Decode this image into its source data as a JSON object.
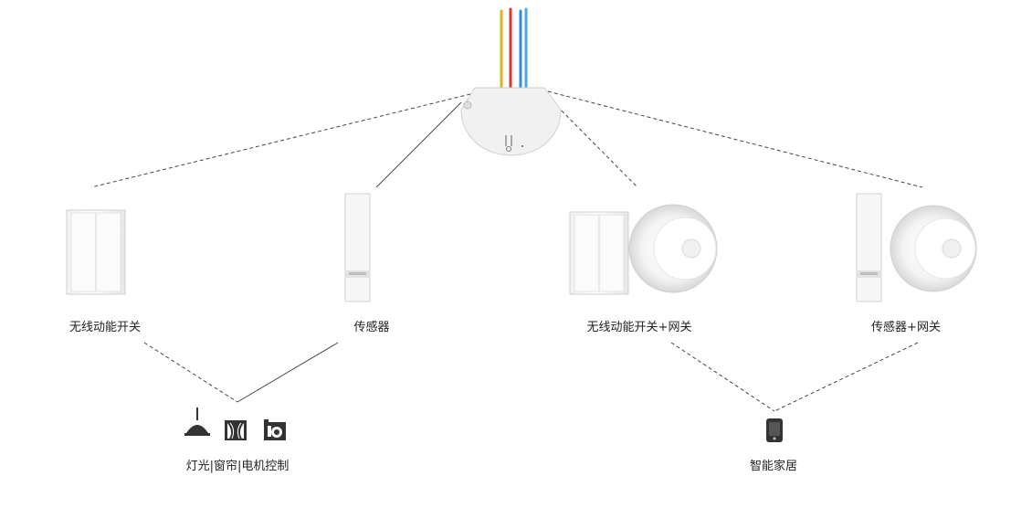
{
  "labels": {
    "wireless_switch": "无线动能开关",
    "sensor": "传感器",
    "switch_gateway": "无线动能开关+网关",
    "sensor_gateway": "传感器+网关",
    "lighting_control": "灯光|窗帘|电机控制",
    "smart_home": "智能家居"
  },
  "icons": {
    "lamp": "pendant-lamp-icon",
    "curtain": "curtain-icon",
    "motor": "motor-icon",
    "phone": "smartphone-icon"
  },
  "colors": {
    "wire_yellow": "#e0b21a",
    "wire_red": "#d83a2a",
    "wire_blue": "#2f8fd8",
    "dash_line": "#444444",
    "icon_dark": "#333333"
  }
}
